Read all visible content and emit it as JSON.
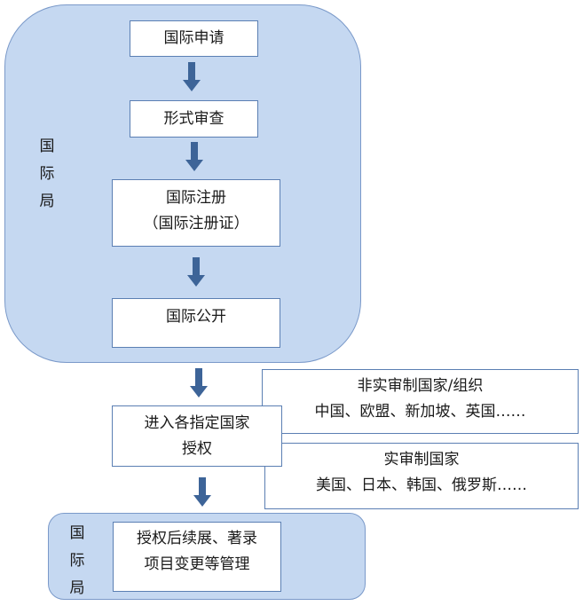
{
  "top_region": {
    "label": [
      "国",
      "际",
      "局"
    ]
  },
  "bottom_region": {
    "label": [
      "国",
      "际",
      "局"
    ]
  },
  "steps": {
    "application": "国际申请",
    "formal_exam": "形式审查",
    "registration": [
      "国际注册",
      "（国际注册证）"
    ],
    "publication": "国际公开",
    "designation": [
      "进入各指定国家",
      "授权"
    ],
    "management": [
      "授权后续展、著录",
      "项目变更等管理"
    ]
  },
  "country_groups": {
    "non_examining": {
      "title": "非实审制国家/组织",
      "examples": "中国、欧盟、新加坡、英国……"
    },
    "examining": {
      "title": "实审制国家",
      "examples": "美国、日本、韩国、俄罗斯……"
    }
  },
  "colors": {
    "region_fill": "#c5d8f1",
    "box_border": "#5b7fb3",
    "arrow": "#3d6498"
  }
}
